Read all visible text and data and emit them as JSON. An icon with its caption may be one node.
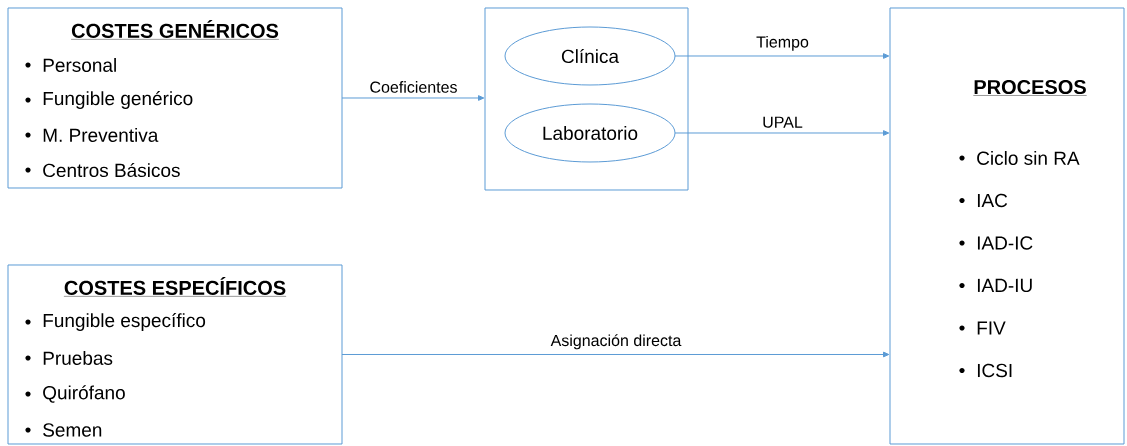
{
  "diagram": {
    "nodes": [
      {
        "text": [
          "COSTES GENÉRICOS",
          "Personal",
          "Fungible genérico",
          "M. Preventiva",
          "Centros Básicos"
        ]
      },
      {
        "text": [],
        "shape": "box"
      },
      {
        "text": [
          "Clínica"
        ],
        "in": 1
      },
      {
        "text": [
          "Laboratorio"
        ],
        "in": 1
      },
      {
        "text": [
          "PROCESOS",
          "Ciclo sin RA",
          "IAC",
          "IAD-IC",
          "IAD-IU",
          "FIV",
          "ICSI"
        ]
      },
      {
        "text": [
          "COSTES ESPECÍFICOS",
          "Fungible específico",
          "Pruebas",
          "Quirófano",
          "Semen"
        ]
      }
    ],
    "edges": [
      {
        "from": 0,
        "to": 1,
        "arrow": "to",
        "label": "Coeficientes"
      },
      {
        "from": 2,
        "to": 4,
        "arrow": "to",
        "label": "Tiempo"
      },
      {
        "from": 3,
        "to": 4,
        "arrow": "to",
        "label": "UPAL"
      },
      {
        "from": 5,
        "to": 4,
        "arrow": "to",
        "label": "Asignación directa"
      }
    ]
  }
}
